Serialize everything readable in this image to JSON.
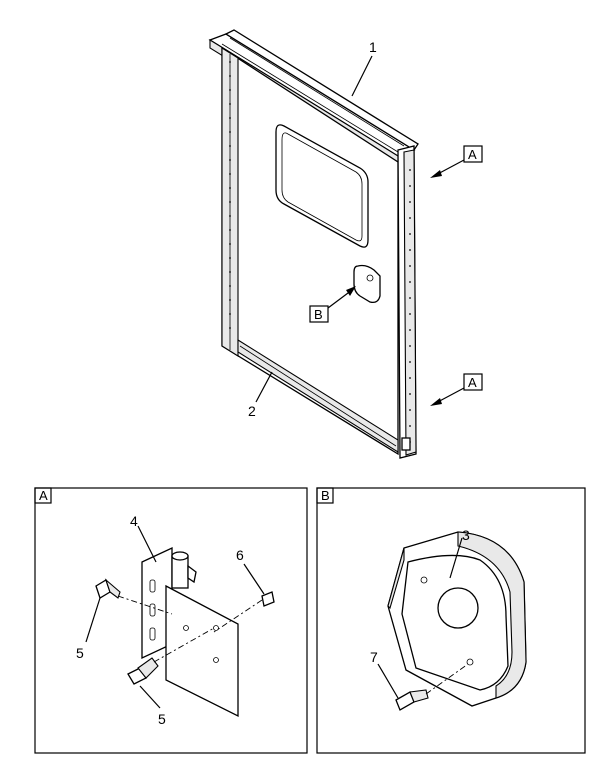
{
  "callouts": {
    "c1": "1",
    "c2": "2",
    "c3": "3",
    "c4": "4",
    "c5a": "5",
    "c5b": "5",
    "c6": "6",
    "c7": "7"
  },
  "view_refs": {
    "ref_a_top": "A",
    "ref_a_bottom": "A",
    "ref_b": "B"
  },
  "detail_panels": {
    "panel_a_label": "A",
    "panel_b_label": "B"
  }
}
